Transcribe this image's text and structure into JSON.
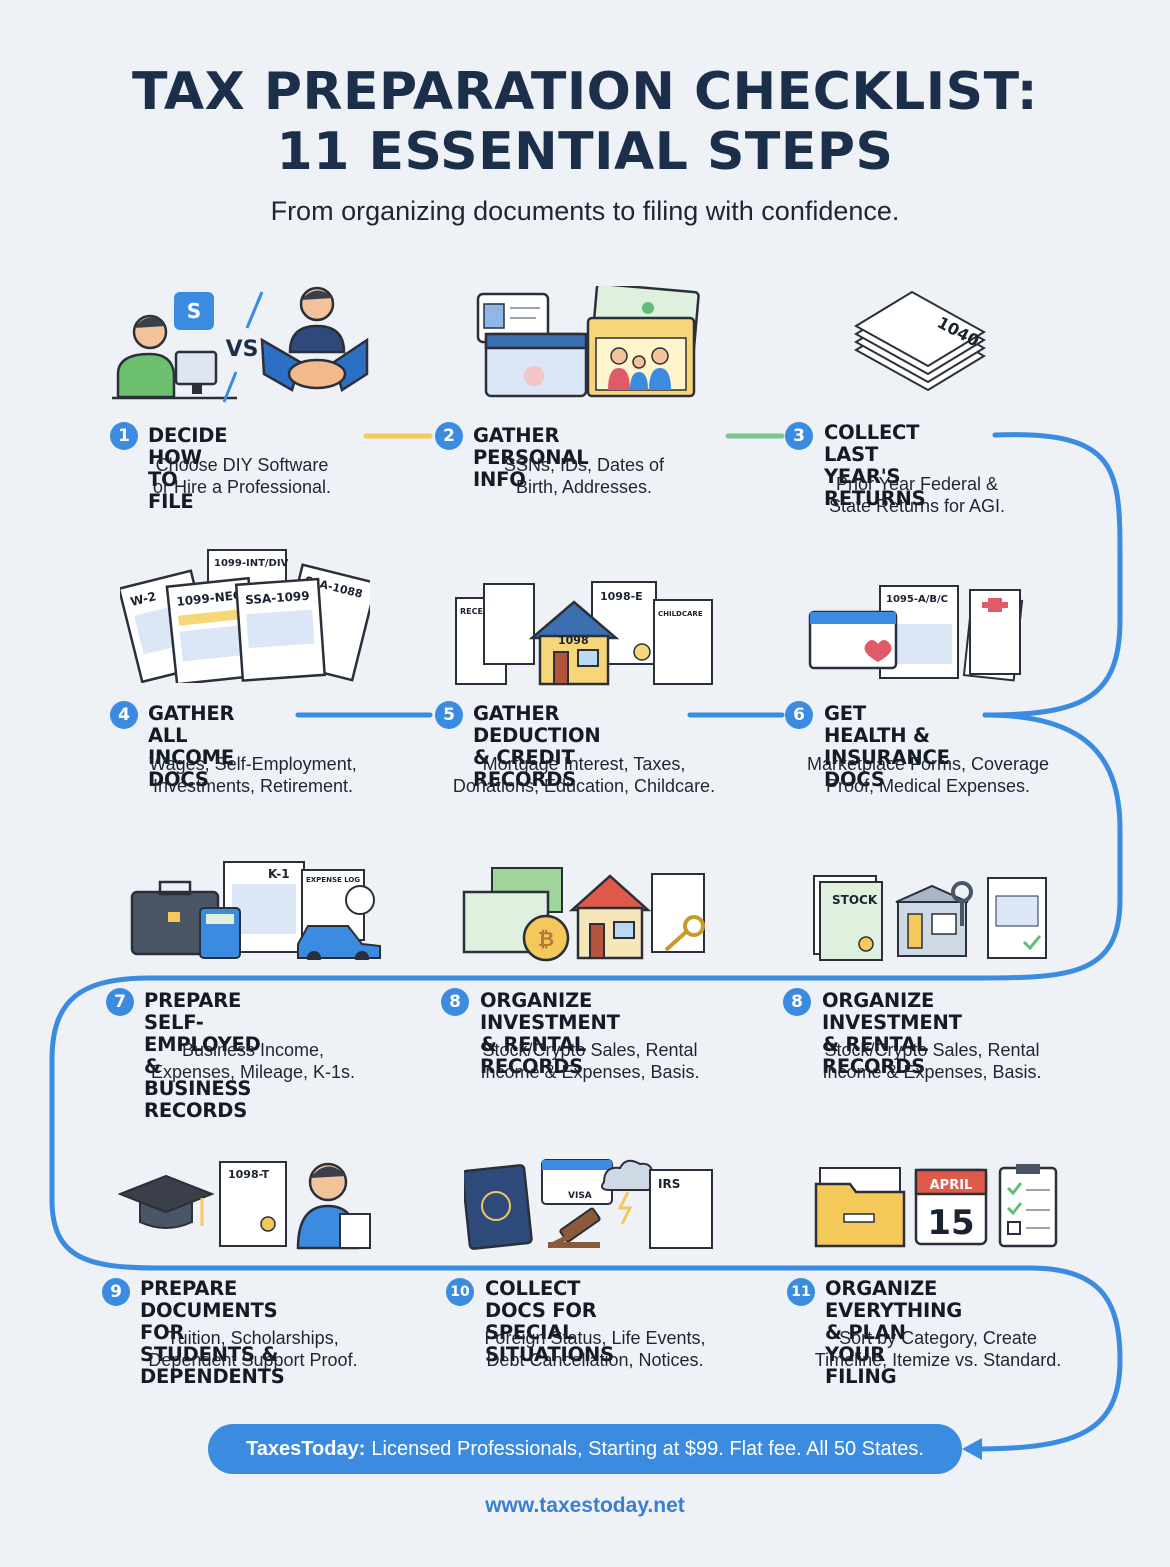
{
  "header": {
    "title_line1": "TAX PREPARATION CHECKLIST:",
    "title_line2": "11 ESSENTIAL STEPS",
    "subtitle": "From organizing documents to filing with confidence."
  },
  "steps": [
    {
      "number": "1",
      "title": "DECIDE HOW TO FILE",
      "description": "Choose DIY Software\nor Hire a Professional."
    },
    {
      "number": "2",
      "title": "GATHER PERSONAL INFO",
      "description": "SSNs, IDs, Dates of\nBirth, Addresses."
    },
    {
      "number": "3",
      "title": "COLLECT LAST\nYEAR'S RETURNS",
      "description": "Prior Year Federal &\nState Returns for AGI."
    },
    {
      "number": "4",
      "title": "GATHER ALL\nINCOME DOCS",
      "description": "Wages, Self-Employment,\nInvestments, Retirement."
    },
    {
      "number": "5",
      "title": "GATHER DEDUCTION\n& CREDIT RECORDS",
      "description": "Mortgage Interest, Taxes,\nDonations, Education, Childcare."
    },
    {
      "number": "6",
      "title": "GET HEALTH &\nINSURANCE DOCS",
      "description": "Marketplace Forms, Coverage\nProof, Medical Expenses."
    },
    {
      "number": "7",
      "title": "PREPARE SELF-EMPLOYED\n& BUSINESS RECORDS",
      "description": "Business Income,\nExpenses, Mileage, K-1s."
    },
    {
      "number": "8",
      "title": "ORGANIZE INVESTMENT\n& RENTAL RECORDS",
      "description": "Stock/Crypto Sales, Rental\nIncome & Expenses, Basis."
    },
    {
      "number": "8",
      "title": "ORGANIZE INVESTMENT\n& RENTAL RECORDS",
      "description": "Stock/Crypto Sales, Rental\nIncome & Expenses, Basis."
    },
    {
      "number": "9",
      "title": "PREPARE DOCUMENTS FOR\nSTUDENTS & DEPENDENTS",
      "description": "Tuition, Scholarships,\nDependent Support Proof."
    },
    {
      "number": "10",
      "title": "COLLECT DOCS FOR\nSPECIAL SITUATIONS",
      "description": "Foreign Status, Life Events,\nDebt Cancellation, Notices."
    },
    {
      "number": "11",
      "title": "ORGANIZE EVERYTHING\n& PLAN YOUR FILING",
      "description": "Sort by Category, Create\nTimeline, Itemize vs. Standard."
    }
  ],
  "icon_labels": {
    "vs": "VS",
    "form_1040": "1040",
    "w2": "W-2",
    "nec": "1099-NEC",
    "ssa": "SSA-1099",
    "ssa2": "SSA-1088",
    "int_div": "1099-INT/DIV",
    "receipt": "RECEIPT",
    "form_1098e": "1098-E",
    "form_1098": "1098",
    "childcare": "CHILDCARE",
    "form_1095": "1095-A/B/C",
    "k1": "K-1",
    "expense_log": "EXPENSE LOG",
    "stock": "STOCK",
    "form_1098t": "1098-T",
    "visa": "VISA",
    "irs": "IRS",
    "april": "APRIL",
    "day": "15"
  },
  "footer": {
    "cta_brand": "TaxesToday:",
    "cta_text": "Licensed Professionals, Starting at $99. Flat fee. All 50 States.",
    "url": "www.taxestoday.net"
  },
  "colors": {
    "accent": "#3b8be0",
    "title": "#1c2f4a",
    "background": "#eef2f7",
    "connector_yellow": "#f5c85a",
    "connector_green": "#7cc68a"
  }
}
